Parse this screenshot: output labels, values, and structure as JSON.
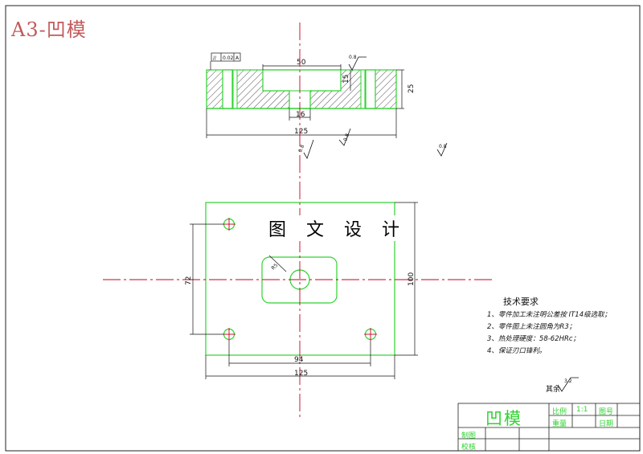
{
  "sheet": {
    "title": "A3-凹模"
  },
  "front_view": {
    "dims": {
      "w50": "50",
      "h15": "15",
      "h25": "25",
      "w16": "16",
      "w125": "125"
    },
    "tolerance_frame": [
      "//",
      "0.02",
      "A"
    ],
    "roughness": [
      "0.8",
      "0.8",
      "0.8",
      "0.8"
    ]
  },
  "top_view": {
    "dims": {
      "h72": "72",
      "r15": "R5",
      "h100": "100",
      "w94": "94",
      "w125": "125"
    }
  },
  "watermark": "图 文 设 计",
  "tech_notes": {
    "heading": "技术要求",
    "items": [
      "1、零件加工未注明公差按 IT14级选取；",
      "2、零件图上未注圆角为R3；",
      "3、热处理硬度：58-62HRc；",
      "4、保证刃口锋利。"
    ]
  },
  "surface_other": {
    "label": "其余",
    "value": "3.2"
  },
  "title_block": {
    "part_name": "凹模",
    "scale_label": "比例",
    "scale_value": "1:1",
    "drawing_no_label": "图号",
    "weight_label": "重量",
    "date_label": "日期",
    "drawn_label": "制图",
    "checked_label": "校核"
  },
  "colors": {
    "outline": "#2fd22f",
    "centerline": "#c40020",
    "dimension": "#1a1a1a",
    "title": "#c25a5a"
  }
}
